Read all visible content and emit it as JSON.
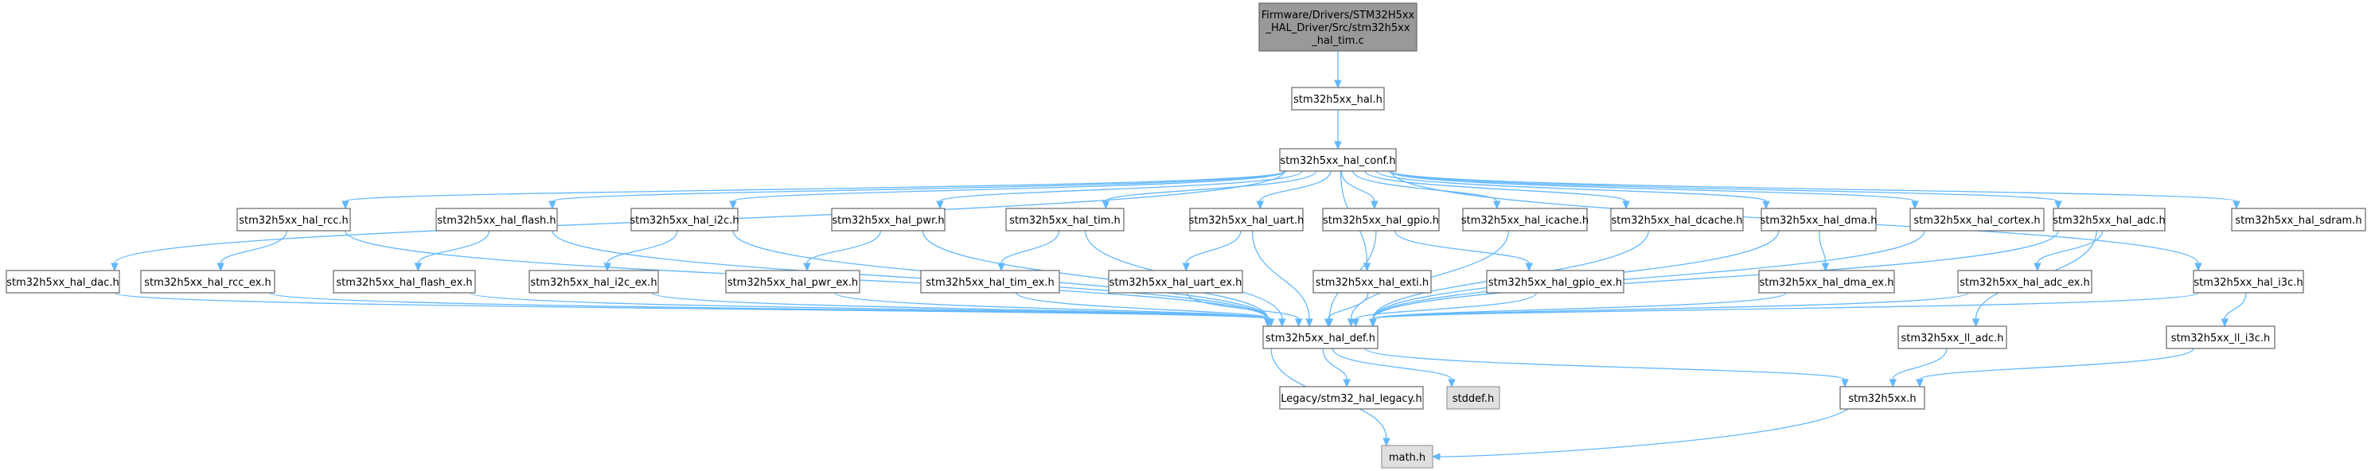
{
  "diagram": {
    "type": "include-dependency-graph",
    "nodes": [
      {
        "id": "root",
        "lines": [
          "Firmware/Drivers/STM32H5xx",
          "_HAL_Driver/Src/stm32h5xx",
          "_hal_tim.c"
        ],
        "style": "root"
      },
      {
        "id": "hal",
        "lines": [
          "stm32h5xx_hal.h"
        ],
        "style": "plain"
      },
      {
        "id": "conf",
        "lines": [
          "stm32h5xx_hal_conf.h"
        ],
        "style": "plain"
      },
      {
        "id": "dac",
        "lines": [
          "stm32h5xx_hal_dac.h"
        ],
        "style": "plain"
      },
      {
        "id": "rcc",
        "lines": [
          "stm32h5xx_hal_rcc.h"
        ],
        "style": "plain"
      },
      {
        "id": "flash",
        "lines": [
          "stm32h5xx_hal_flash.h"
        ],
        "style": "plain"
      },
      {
        "id": "i2c",
        "lines": [
          "stm32h5xx_hal_i2c.h"
        ],
        "style": "plain"
      },
      {
        "id": "pwr",
        "lines": [
          "stm32h5xx_hal_pwr.h"
        ],
        "style": "plain"
      },
      {
        "id": "tim",
        "lines": [
          "stm32h5xx_hal_tim.h"
        ],
        "style": "plain"
      },
      {
        "id": "uart",
        "lines": [
          "stm32h5xx_hal_uart.h"
        ],
        "style": "plain"
      },
      {
        "id": "gpio",
        "lines": [
          "stm32h5xx_hal_gpio.h"
        ],
        "style": "plain"
      },
      {
        "id": "icache",
        "lines": [
          "stm32h5xx_hal_icache.h"
        ],
        "style": "plain"
      },
      {
        "id": "dcache",
        "lines": [
          "stm32h5xx_hal_dcache.h"
        ],
        "style": "plain"
      },
      {
        "id": "dma",
        "lines": [
          "stm32h5xx_hal_dma.h"
        ],
        "style": "plain"
      },
      {
        "id": "cortex",
        "lines": [
          "stm32h5xx_hal_cortex.h"
        ],
        "style": "plain"
      },
      {
        "id": "adc",
        "lines": [
          "stm32h5xx_hal_adc.h"
        ],
        "style": "plain"
      },
      {
        "id": "sdram",
        "lines": [
          "stm32h5xx_hal_sdram.h"
        ],
        "style": "plain"
      },
      {
        "id": "rccex",
        "lines": [
          "stm32h5xx_hal_rcc_ex.h"
        ],
        "style": "plain"
      },
      {
        "id": "flashex",
        "lines": [
          "stm32h5xx_hal_flash_ex.h"
        ],
        "style": "plain"
      },
      {
        "id": "i2cex",
        "lines": [
          "stm32h5xx_hal_i2c_ex.h"
        ],
        "style": "plain"
      },
      {
        "id": "pwrex",
        "lines": [
          "stm32h5xx_hal_pwr_ex.h"
        ],
        "style": "plain"
      },
      {
        "id": "timex",
        "lines": [
          "stm32h5xx_hal_tim_ex.h"
        ],
        "style": "plain"
      },
      {
        "id": "uartex",
        "lines": [
          "stm32h5xx_hal_uart_ex.h"
        ],
        "style": "plain"
      },
      {
        "id": "exti",
        "lines": [
          "stm32h5xx_hal_exti.h"
        ],
        "style": "plain"
      },
      {
        "id": "gpioex",
        "lines": [
          "stm32h5xx_hal_gpio_ex.h"
        ],
        "style": "plain"
      },
      {
        "id": "dmaex",
        "lines": [
          "stm32h5xx_hal_dma_ex.h"
        ],
        "style": "plain"
      },
      {
        "id": "adcex",
        "lines": [
          "stm32h5xx_hal_adc_ex.h"
        ],
        "style": "plain"
      },
      {
        "id": "i3c",
        "lines": [
          "stm32h5xx_hal_i3c.h"
        ],
        "style": "plain"
      },
      {
        "id": "def",
        "lines": [
          "stm32h5xx_hal_def.h"
        ],
        "style": "plain"
      },
      {
        "id": "lladc",
        "lines": [
          "stm32h5xx_ll_adc.h"
        ],
        "style": "plain"
      },
      {
        "id": "lli3c",
        "lines": [
          "stm32h5xx_ll_i3c.h"
        ],
        "style": "plain"
      },
      {
        "id": "legacy",
        "lines": [
          "Legacy/stm32_hal_legacy.h"
        ],
        "style": "plain"
      },
      {
        "id": "stddef",
        "lines": [
          "stddef.h"
        ],
        "style": "sys"
      },
      {
        "id": "h5xx",
        "lines": [
          "stm32h5xx.h"
        ],
        "style": "plain"
      },
      {
        "id": "math",
        "lines": [
          "math.h"
        ],
        "style": "sys"
      }
    ],
    "edges": [
      [
        "root",
        "hal"
      ],
      [
        "hal",
        "conf"
      ],
      [
        "conf",
        "dac"
      ],
      [
        "conf",
        "rcc"
      ],
      [
        "conf",
        "flash"
      ],
      [
        "conf",
        "i2c"
      ],
      [
        "conf",
        "pwr"
      ],
      [
        "conf",
        "tim"
      ],
      [
        "conf",
        "uart"
      ],
      [
        "conf",
        "exti"
      ],
      [
        "conf",
        "gpio"
      ],
      [
        "conf",
        "icache"
      ],
      [
        "conf",
        "dcache"
      ],
      [
        "conf",
        "dma"
      ],
      [
        "conf",
        "cortex"
      ],
      [
        "conf",
        "adc"
      ],
      [
        "conf",
        "i3c"
      ],
      [
        "conf",
        "sdram"
      ],
      [
        "dac",
        "def"
      ],
      [
        "rcc",
        "rccex"
      ],
      [
        "rcc",
        "def"
      ],
      [
        "rccex",
        "def"
      ],
      [
        "flash",
        "flashex"
      ],
      [
        "flash",
        "def"
      ],
      [
        "flashex",
        "def"
      ],
      [
        "i2c",
        "i2cex"
      ],
      [
        "i2c",
        "def"
      ],
      [
        "i2cex",
        "def"
      ],
      [
        "pwr",
        "pwrex"
      ],
      [
        "pwr",
        "def"
      ],
      [
        "pwrex",
        "def"
      ],
      [
        "tim",
        "timex"
      ],
      [
        "tim",
        "def"
      ],
      [
        "timex",
        "def"
      ],
      [
        "uart",
        "uartex"
      ],
      [
        "uart",
        "def"
      ],
      [
        "uartex",
        "def"
      ],
      [
        "exti",
        "def"
      ],
      [
        "gpio",
        "gpioex"
      ],
      [
        "gpio",
        "def"
      ],
      [
        "gpioex",
        "def"
      ],
      [
        "icache",
        "def"
      ],
      [
        "dcache",
        "def"
      ],
      [
        "dma",
        "dmaex"
      ],
      [
        "dma",
        "def"
      ],
      [
        "dmaex",
        "def"
      ],
      [
        "cortex",
        "def"
      ],
      [
        "adc",
        "adcex"
      ],
      [
        "adc",
        "def"
      ],
      [
        "adc",
        "lladc"
      ],
      [
        "adcex",
        "def"
      ],
      [
        "i3c",
        "def"
      ],
      [
        "i3c",
        "lli3c"
      ],
      [
        "def",
        "legacy"
      ],
      [
        "def",
        "stddef"
      ],
      [
        "def",
        "h5xx"
      ],
      [
        "def",
        "math"
      ],
      [
        "lladc",
        "h5xx"
      ],
      [
        "lli3c",
        "h5xx"
      ],
      [
        "h5xx",
        "math"
      ]
    ]
  }
}
